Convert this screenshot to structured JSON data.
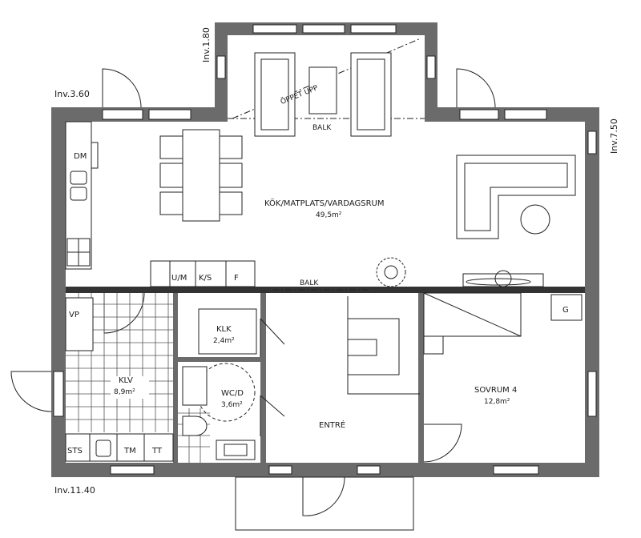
{
  "inventory_marks": [
    {
      "id": "inv-top",
      "text": "Inv.1.80"
    },
    {
      "id": "inv-left",
      "text": "Inv.3.60"
    },
    {
      "id": "inv-right",
      "text": "Inv.7.50"
    },
    {
      "id": "inv-bottom",
      "text": "Inv.11.40"
    }
  ],
  "rooms": {
    "living": {
      "name": "KÖK/MATPLATS/VARDAGSRUM",
      "area": "49,5m²"
    },
    "laundry": {
      "name": "KLV",
      "area": "8,9m²"
    },
    "closet": {
      "name": "KLK",
      "area": "2,4m²"
    },
    "wc": {
      "name": "WC/D",
      "area": "3,6m²"
    },
    "entry": {
      "name": "ENTRÉ"
    },
    "bedroom": {
      "name": "SOVRUM 4",
      "area": "12,8m²"
    }
  },
  "beam_labels": {
    "upper": "BALK",
    "middle": "BALK"
  },
  "open_to_ceiling": "ÖPPET UPP",
  "appliances": {
    "dm": "DM",
    "um": "U/M",
    "ks": "K/S",
    "f": "F",
    "vp": "VP",
    "sts": "STS",
    "tm": "TM",
    "tt": "TT",
    "g": "G"
  }
}
